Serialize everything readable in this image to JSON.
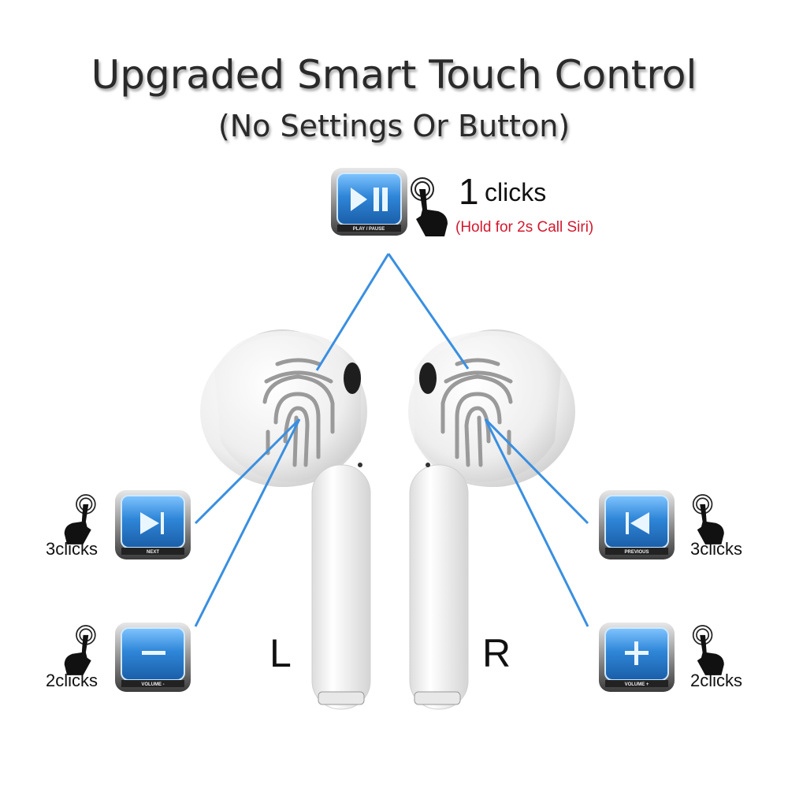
{
  "title": "Upgraded Smart Touch Control",
  "subtitle": "(No Settings Or Button)",
  "colors": {
    "accent_line": "#3a8fe0",
    "button_blue": "#2f86d8",
    "siri_note": "#d4182e"
  },
  "top_control": {
    "count": "1",
    "clicks": "clicks",
    "note": "(Hold for 2s Call Siri)",
    "button_caption": "PLAY / PAUSE",
    "icon": "play-pause-icon"
  },
  "left": {
    "side_letter": "L",
    "controls": [
      {
        "clicks": "3clicks",
        "button_caption": "NEXT",
        "icon": "next-icon"
      },
      {
        "clicks": "2clicks",
        "button_caption": "VOLUME -",
        "icon": "minus-icon"
      }
    ]
  },
  "right": {
    "side_letter": "R",
    "controls": [
      {
        "clicks": "3clicks",
        "button_caption": "PREVIOUS",
        "icon": "previous-icon"
      },
      {
        "clicks": "2clicks",
        "button_caption": "VOLUME +",
        "icon": "plus-icon"
      }
    ]
  }
}
